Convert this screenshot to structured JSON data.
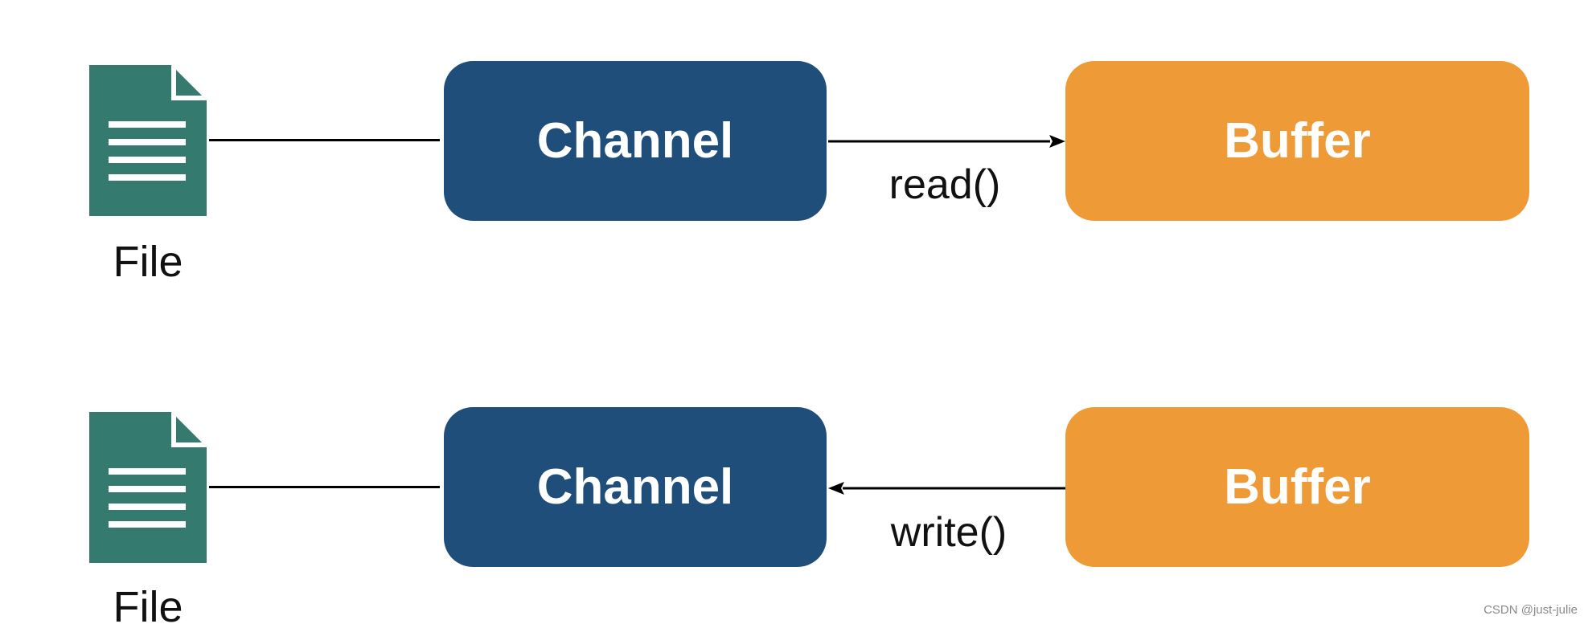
{
  "rows": [
    {
      "file_label": "File",
      "channel_label": "Channel",
      "buffer_label": "Buffer",
      "operation": "read()",
      "direction": "channel-to-buffer"
    },
    {
      "file_label": "File",
      "channel_label": "Channel",
      "buffer_label": "Buffer",
      "operation": "write()",
      "direction": "buffer-to-channel"
    }
  ],
  "colors": {
    "channel": "#204e7b",
    "buffer": "#ee9a36",
    "file": "#357a6e",
    "text_light": "#ffffff"
  },
  "watermark": "CSDN @just-julie"
}
